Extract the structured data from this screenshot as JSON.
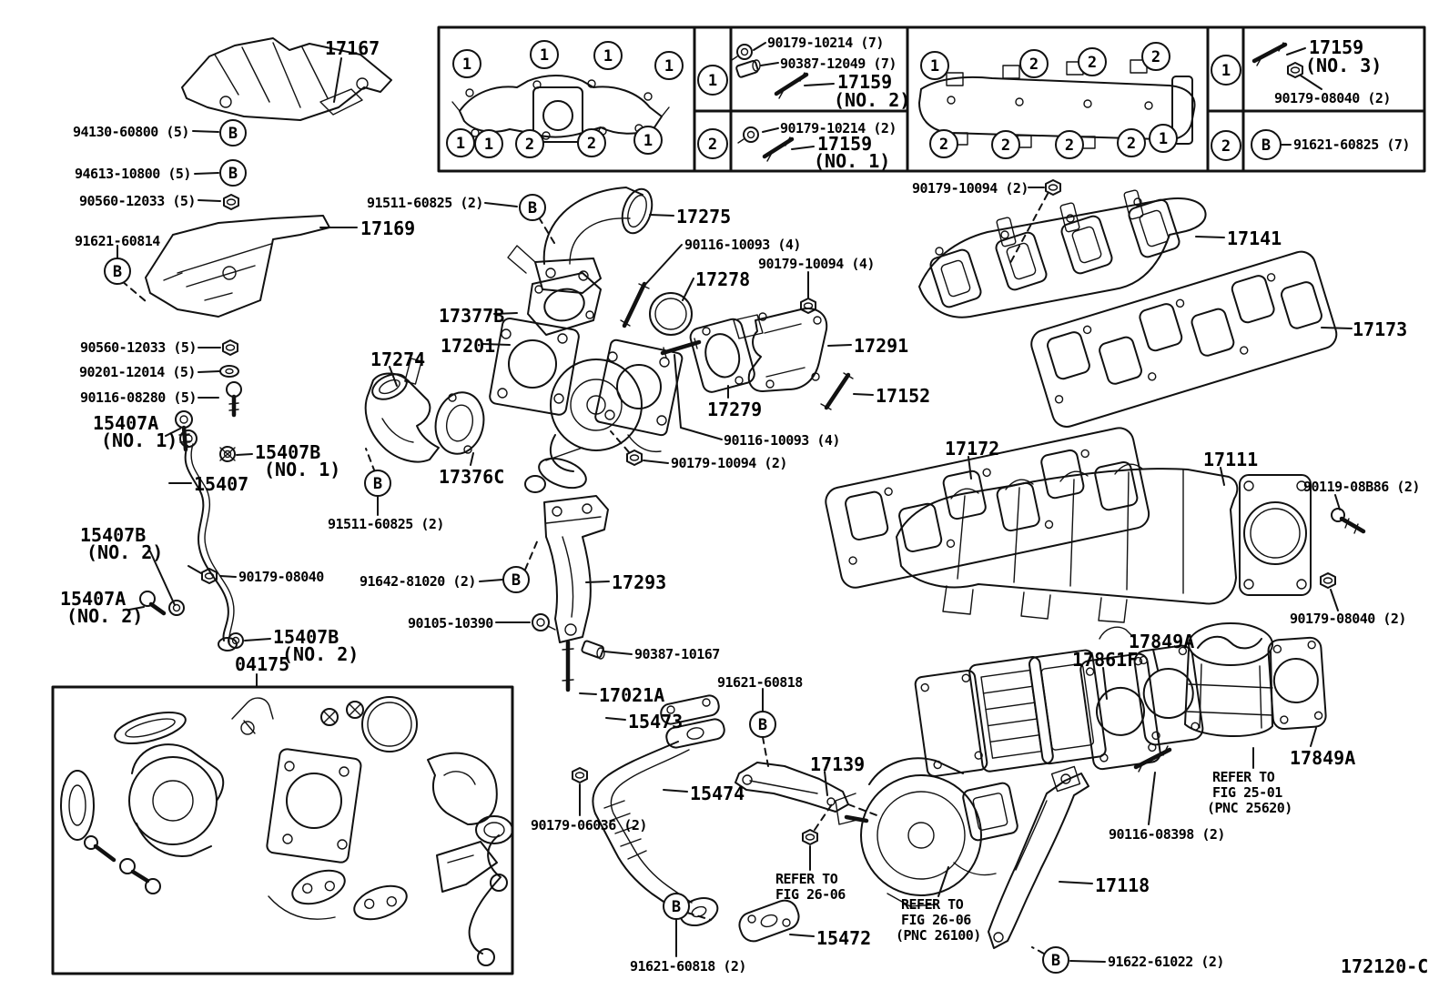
{
  "figure": {
    "code": "172120-C"
  },
  "callouts": {
    "b": "B",
    "n1": "1",
    "n2": "2"
  },
  "labels": {
    "a17167": "17167",
    "a17169": "17169",
    "a15407": "15407",
    "a04175": "04175",
    "a17275": "17275",
    "a17278": "17278",
    "a17377B": "17377B",
    "a17201": "17201",
    "a17274": "17274",
    "a17376C": "17376C",
    "a17291": "17291",
    "a17279": "17279",
    "a17152": "17152",
    "a17293": "17293",
    "a17021A": "17021A",
    "a15473": "15473",
    "a15474": "15474",
    "a15472": "15472",
    "a17139": "17139",
    "a17118": "17118",
    "a17861F": "17861F",
    "a17849A_1": "17849A",
    "a17849A_2": "17849A",
    "a17172": "17172",
    "a17111": "17111",
    "a17141": "17141",
    "a17173": "17173",
    "b94130": "94130-60800 (5)",
    "b94613": "94613-10800 (5)",
    "b90560a": "90560-12033 (5)",
    "b91621_60814": "91621-60814",
    "b90560b": "90560-12033 (5)",
    "b90201": "90201-12014 (5)",
    "b90116_08280": "90116-08280 (5)",
    "b90179_08040L": "90179-08040",
    "b91511t": "91511-60825 (2)",
    "b91511b": "91511-60825 (2)",
    "b90116_10093t": "90116-10093 (4)",
    "b90116_10093b": "90116-10093 (4)",
    "b90179_10094_4": "90179-10094 (4)",
    "b90179_10094_2b": "90179-10094 (2)",
    "b90179_10094_2t": "90179-10094 (2)",
    "b91642": "91642-81020 (2)",
    "b90105": "90105-10390",
    "b90387_10167": "90387-10167",
    "b91621_60818t": "91621-60818",
    "b91621_60818b": "91621-60818 (2)",
    "b90179_06036": "90179-06036 (2)",
    "b91622": "91622-61022 (2)",
    "b90116_08398": "90116-08398 (2)",
    "b90119_08B86": "90119-08B86 (2)",
    "b90179_08040R": "90179-08040 (2)",
    "n15407A": {
      "t": "15407A",
      "s": "(NO. 1)"
    },
    "n15407B1": {
      "t": "15407B",
      "s": "(NO. 1)"
    },
    "n15407B2": {
      "t": "15407B",
      "s": "(NO. 2)"
    },
    "n15407A2": {
      "t": "15407A",
      "s": "(NO. 2)"
    },
    "n15407B3": {
      "t": "15407B",
      "s": "(NO. 2)"
    },
    "r2606a": {
      "t": "REFER TO",
      "s": "FIG 26-06"
    },
    "r2606b": {
      "t": "REFER TO",
      "s": "FIG 26-06",
      "u": "(PNC 26100)"
    },
    "r2501": {
      "t": "REFER TO",
      "s": "FIG 25-01",
      "u": "(PNC 25620)"
    }
  },
  "table": {
    "c1a": "90179-10214 (7)",
    "c1b": "90387-12049 (7)",
    "c1c": "17159",
    "c1d": "(NO. 2)",
    "c2a": "90179-10214 (2)",
    "c2b": "17159",
    "c2c": "(NO. 1)",
    "c3a": "17159",
    "c3b": "(NO. 3)",
    "c3c": "90179-08040 (2)",
    "c4a": "91621-60825 (7)"
  }
}
